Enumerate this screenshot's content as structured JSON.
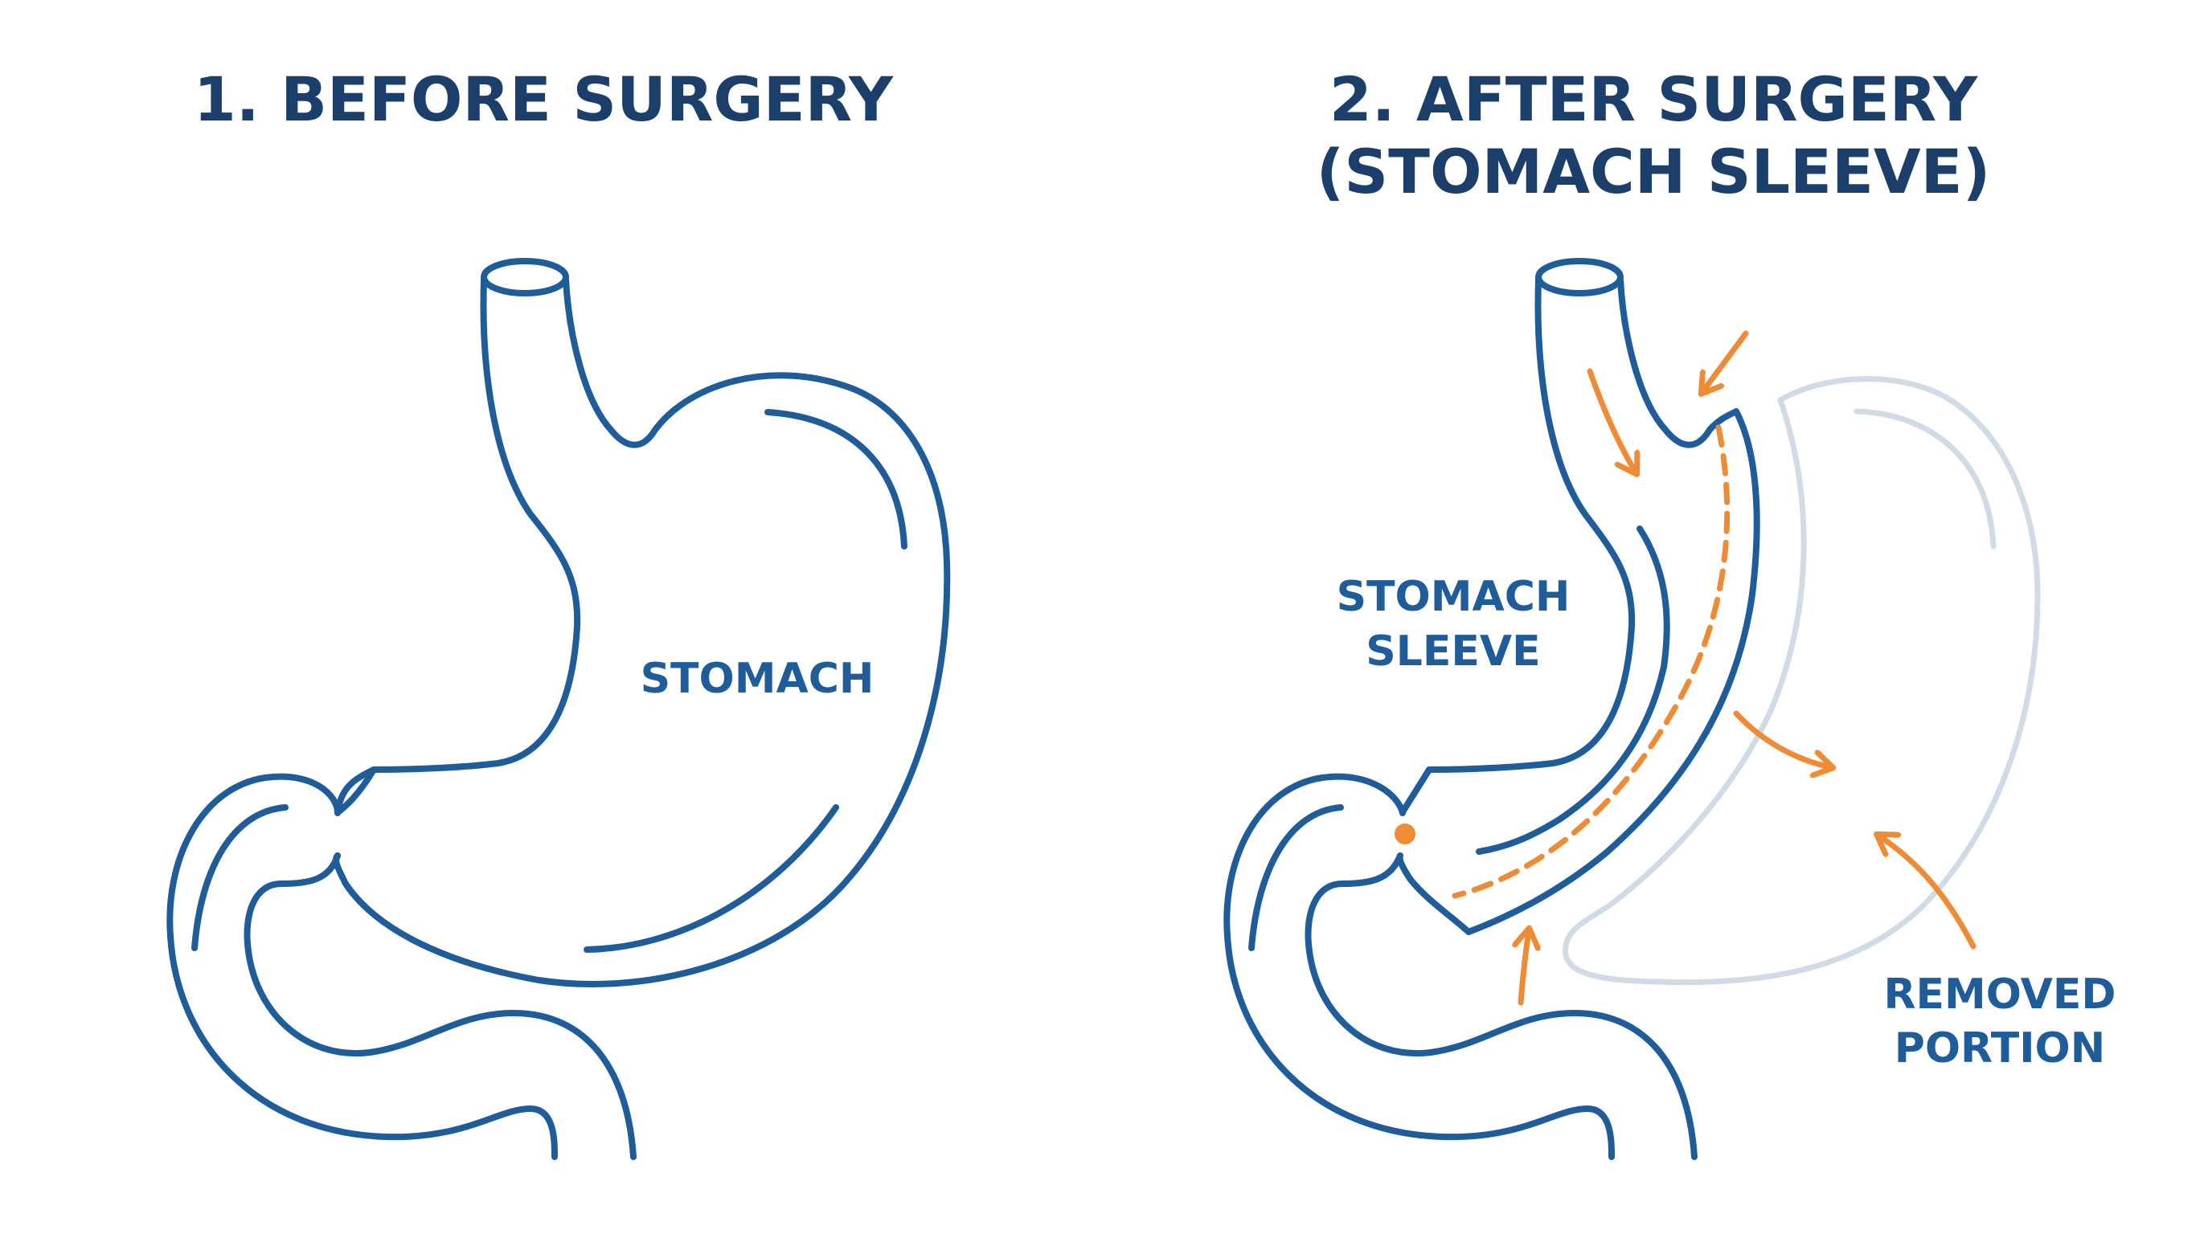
{
  "colors": {
    "primary": "#1f5d9a",
    "title": "#1b3f6a",
    "accent": "#ef8a35",
    "removed": "#cfdbe6",
    "background": "#ffffff"
  },
  "before": {
    "title": "1. BEFORE SURGERY",
    "stomach_label": "STOMACH"
  },
  "after": {
    "title_line1": "2. AFTER SURGERY",
    "title_line2": "(STOMACH SLEEVE)",
    "sleeve_label_line1": "STOMACH",
    "sleeve_label_line2": "SLEEVE",
    "removed_label_line1": "REMOVED",
    "removed_label_line2": "PORTION"
  }
}
